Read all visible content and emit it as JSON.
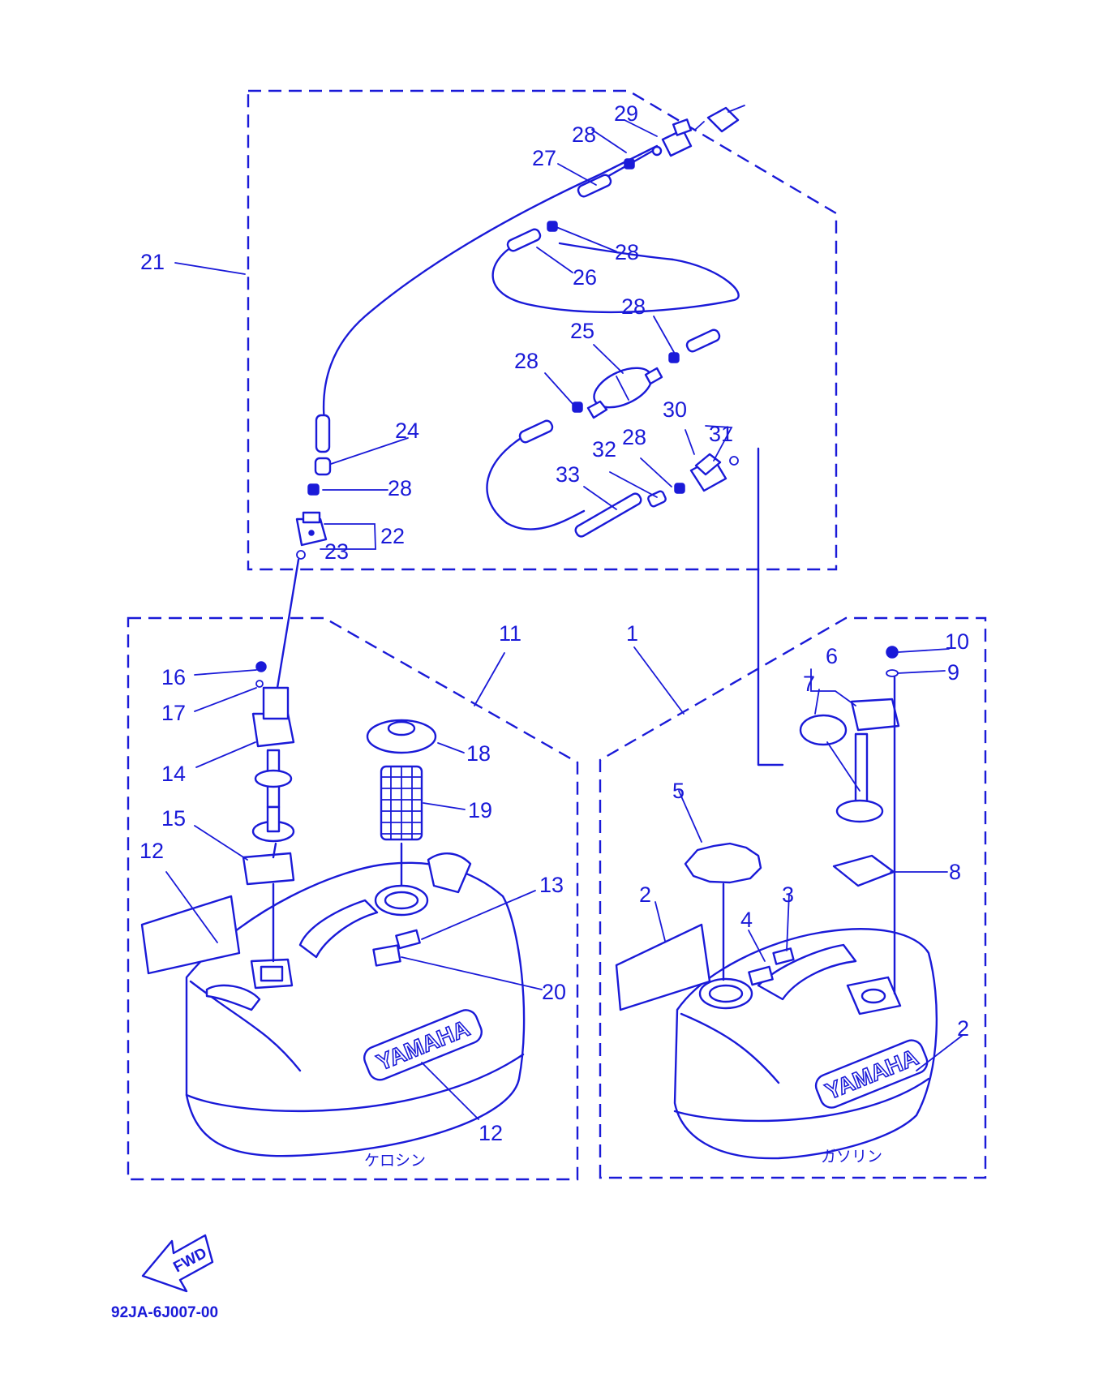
{
  "diagram_code": "92JA-6J007-00",
  "fwd_label": "FWD",
  "tank_labels": {
    "kerosene": "ケロシン",
    "gasoline": "ガソリン"
  },
  "brand_text": "YAMAHA",
  "callouts": {
    "n1": "1",
    "n2a": "2",
    "n2b": "2",
    "n3": "3",
    "n4": "4",
    "n5": "5",
    "n6": "6",
    "n7": "7",
    "n8": "8",
    "n9": "9",
    "n10": "10",
    "n11": "11",
    "n12a": "12",
    "n12b": "12",
    "n13": "13",
    "n14": "14",
    "n15": "15",
    "n16": "16",
    "n17": "17",
    "n18": "18",
    "n19": "19",
    "n20": "20",
    "n21": "21",
    "n22": "22",
    "n23": "23",
    "n24": "24",
    "n25": "25",
    "n26": "26",
    "n27": "27",
    "n28a": "28",
    "n28b": "28",
    "n28c": "28",
    "n28d": "28",
    "n28e": "28",
    "n28f": "28",
    "n29": "29",
    "n30": "30",
    "n31": "31",
    "n32": "32",
    "n33": "33"
  },
  "colors": {
    "ink": "#1a1ad8",
    "background": "#ffffff"
  }
}
